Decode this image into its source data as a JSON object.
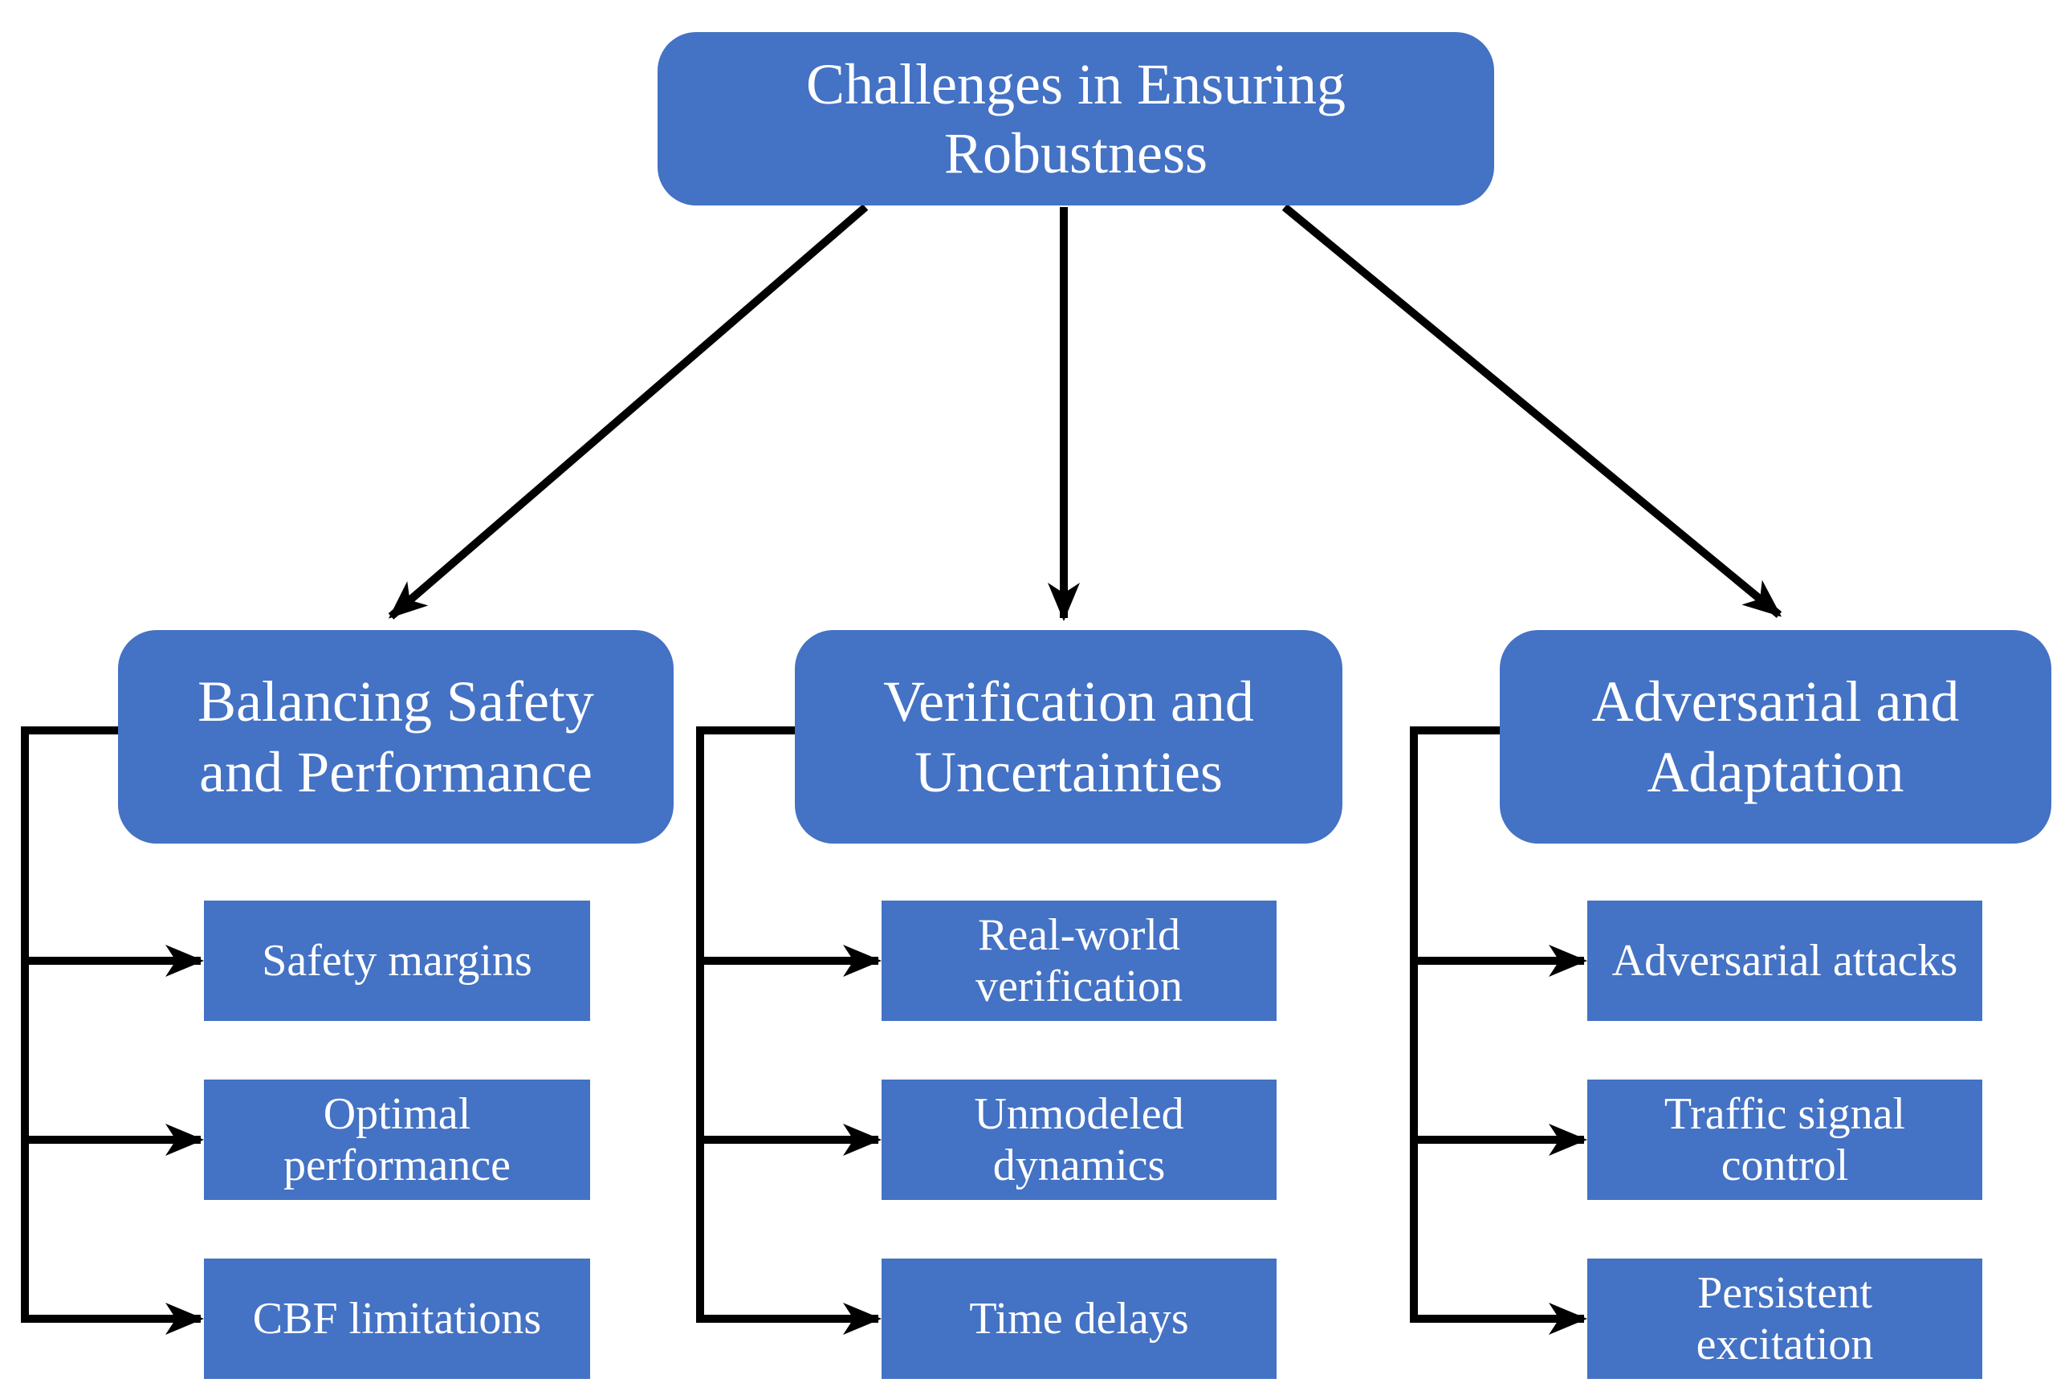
{
  "diagram": {
    "root": {
      "label": "Challenges in Ensuring Robustness"
    },
    "branches": [
      {
        "label": "Balancing Safety and Performance",
        "children": [
          "Safety margins",
          "Optimal performance",
          "CBF limitations"
        ]
      },
      {
        "label": "Verification and Uncertainties",
        "children": [
          "Real-world verification",
          "Unmodeled dynamics",
          "Time delays"
        ]
      },
      {
        "label": "Adversarial and Adaptation",
        "children": [
          "Adversarial attacks",
          "Traffic signal control",
          "Persistent excitation"
        ]
      }
    ],
    "colors": {
      "node_fill": "#4472C4",
      "node_text": "#FFFFFF",
      "connector": "#000000",
      "background": "#FFFFFF"
    }
  }
}
